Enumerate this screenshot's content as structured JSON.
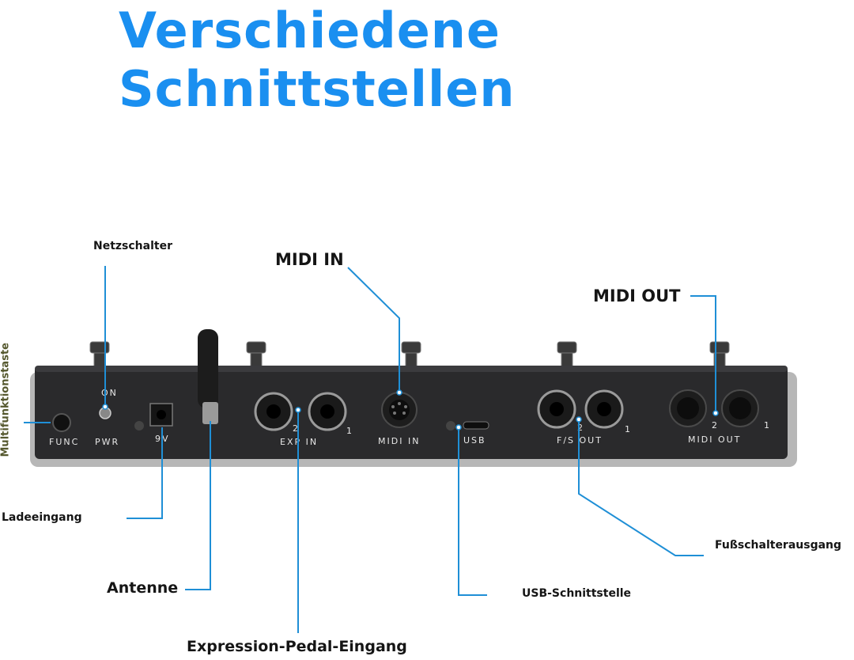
{
  "title": {
    "line1": "Verschiedene",
    "line2": "Schnittstellen"
  },
  "callouts": {
    "netzschalter": "Netzschalter",
    "midi_in": "MIDI IN",
    "midi_out": "MIDI OUT",
    "multifunktionstaste": "Multifunktionstaste",
    "ladeeingang": "Ladeeingang",
    "antenne": "Antenne",
    "expression": "Expression-Pedal-Eingang",
    "usb": "USB-Schnittstelle",
    "fussschalter": "Fußschalterausgang"
  },
  "panel_labels": {
    "on": "ON",
    "func": "FUNC",
    "pwr": "PWR",
    "nine_v": "9V",
    "exp_in": "EXP IN",
    "midi_in": "MIDI IN",
    "usb": "USB",
    "fs_out": "F/S OUT",
    "midi_out": "MIDI OUT",
    "num_1": "1",
    "num_2": "2"
  },
  "colors": {
    "title": "#1a8ff0",
    "leader": "#1f8fd6",
    "device": "#2a2a2c"
  }
}
